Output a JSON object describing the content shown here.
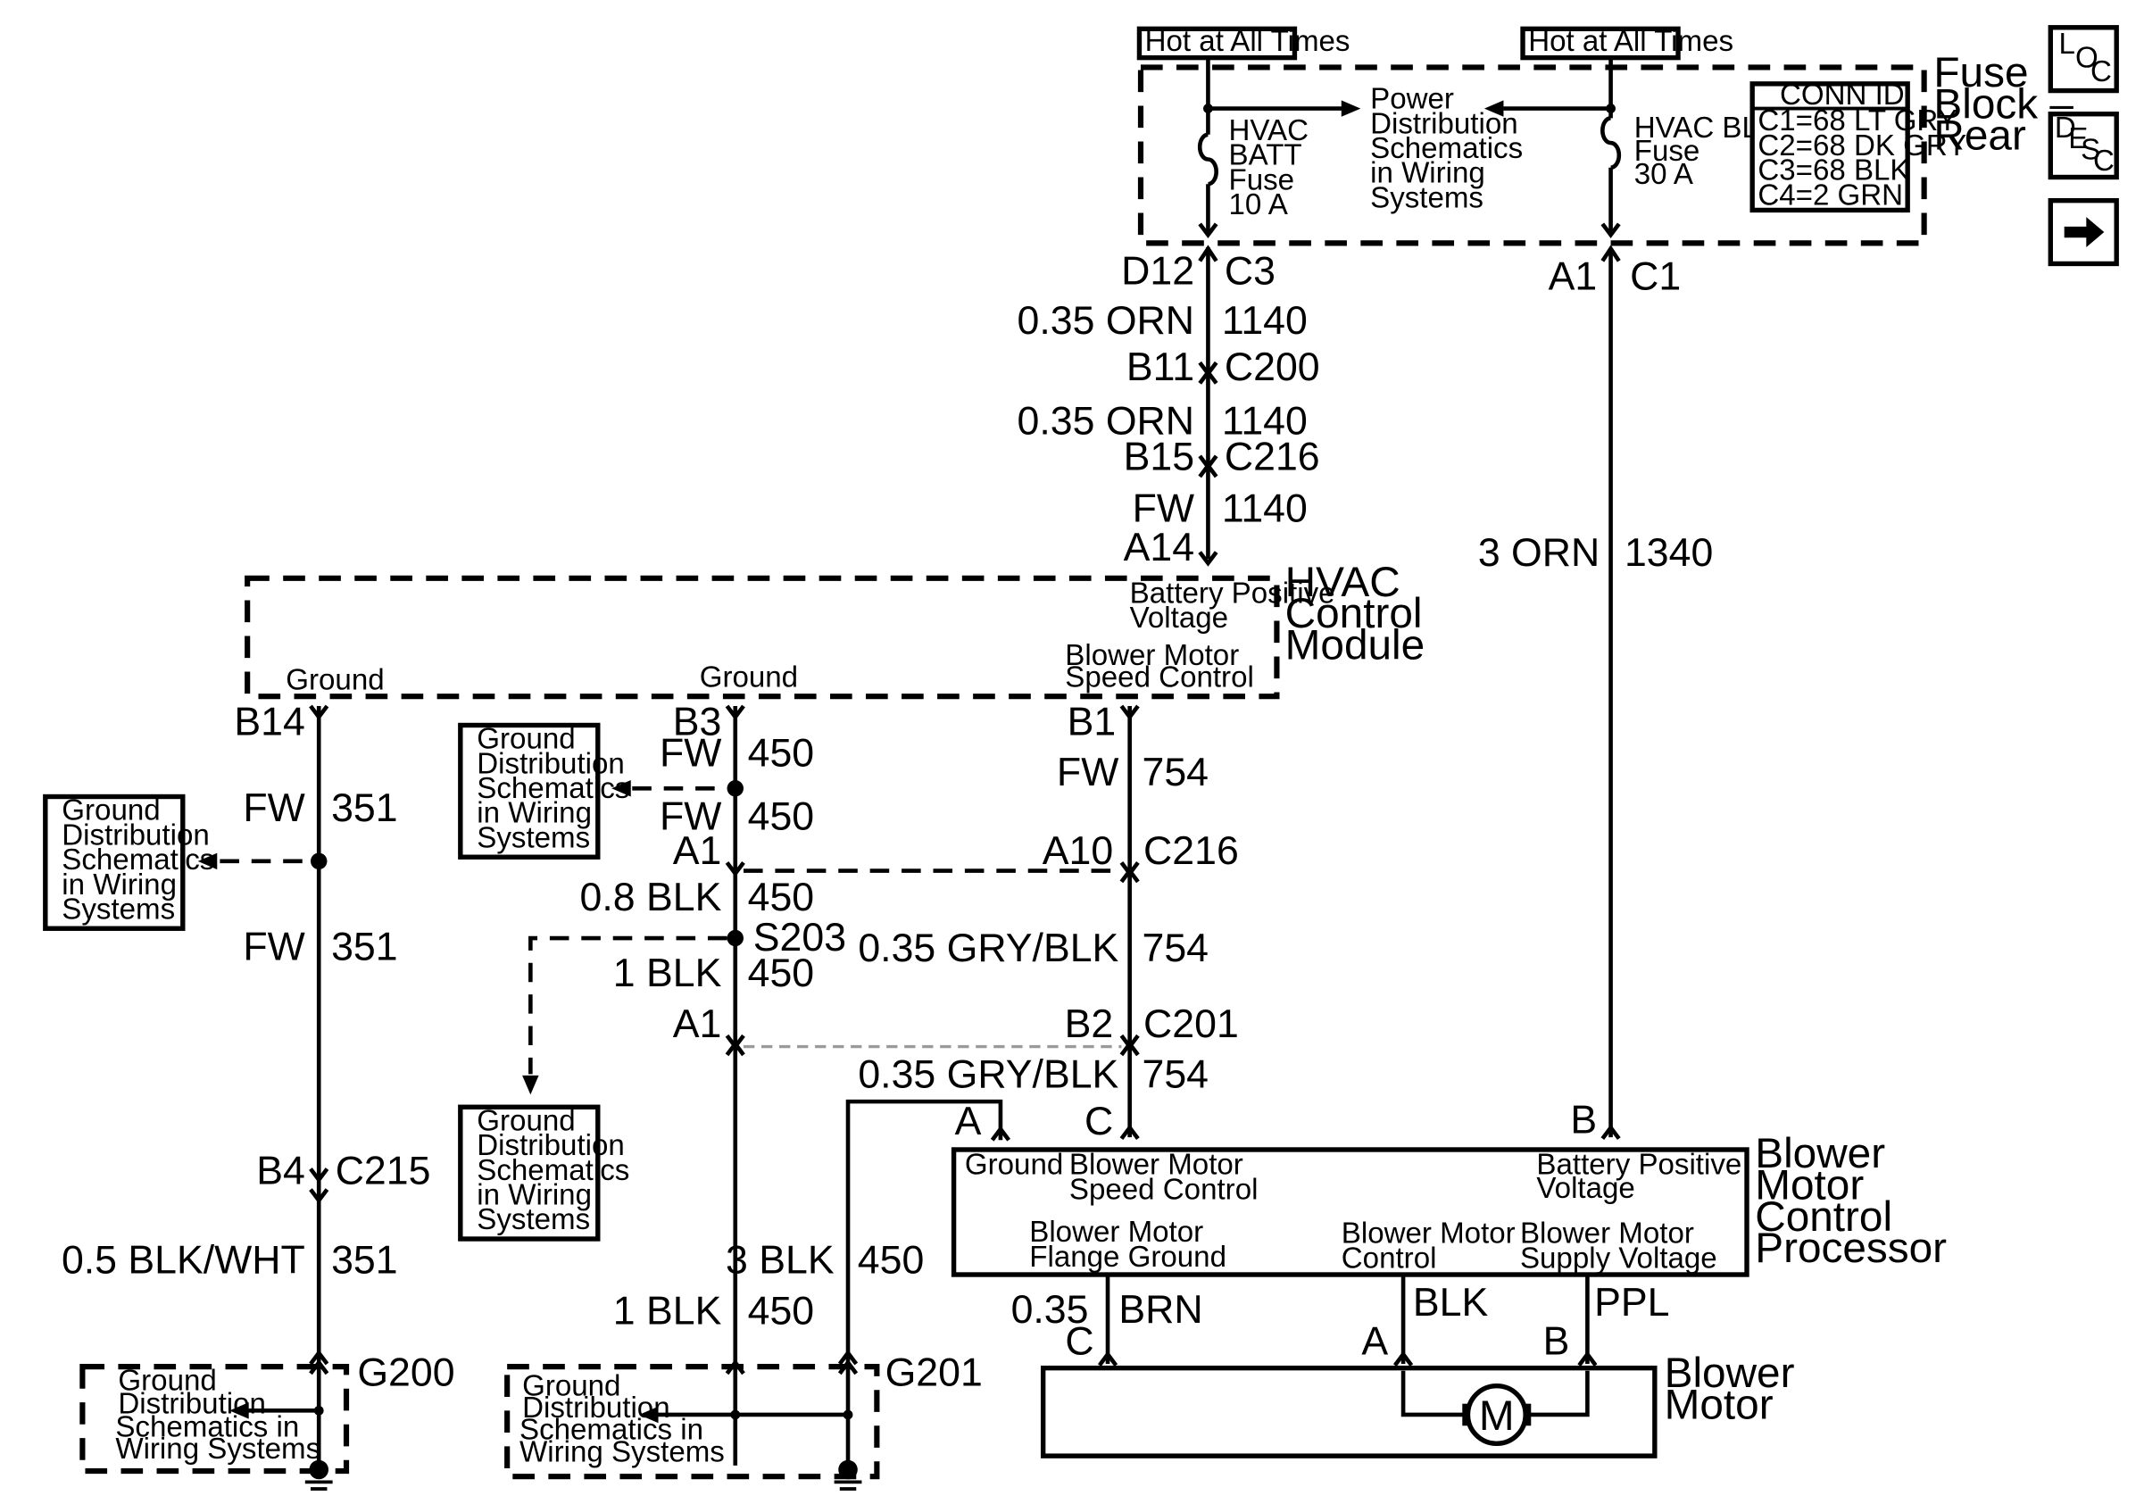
{
  "fuse_block": {
    "hot1": "Hot at All Times",
    "hot2": "Hot at All Times",
    "title": [
      "Fuse",
      "Block –",
      "Rear"
    ],
    "fuse_batt": [
      "HVAC",
      "BATT",
      "Fuse",
      "10 A"
    ],
    "fuse_blo": [
      "HVAC BLO",
      "Fuse",
      "30 A"
    ],
    "power_dist": [
      "Power",
      "Distribution",
      "Schematics",
      "in Wiring",
      "Systems"
    ],
    "conn_id_title": "CONN ID",
    "conn_id": [
      "C1=68 LT GRY",
      "C2=68 DK GRY",
      "C3=68 BLK",
      "C4=2 GRN"
    ]
  },
  "side_buttons": {
    "loc": [
      "L",
      "O",
      "C"
    ],
    "desc": [
      "D",
      "E",
      "S",
      "C"
    ],
    "arrow": "arrow-right-icon"
  },
  "circuit_1140": {
    "pin_d12": "D12",
    "conn_c3": "C3",
    "w1_gauge": "0.35 ORN",
    "w1_num": "1140",
    "pin_b11": "B11",
    "conn_c200": "C200",
    "w2_gauge": "0.35 ORN",
    "w2_num": "1140",
    "pin_b15": "B15",
    "conn_c216": "C216",
    "w3_gauge": "FW",
    "w3_num": "1140",
    "pin_a14": "A14"
  },
  "circuit_1340": {
    "pin_a1": "A1",
    "conn_c1": "C1",
    "gauge": "3 ORN",
    "num": "1340",
    "pin_b": "B"
  },
  "hvac_module": {
    "title": [
      "HVAC",
      "Control",
      "Module"
    ],
    "bpv": [
      "Battery Positive",
      "Voltage"
    ],
    "bmsc": [
      "Blower Motor",
      "Speed Control"
    ],
    "ground1": "Ground",
    "ground2": "Ground"
  },
  "circuit_351": {
    "pin_b14": "B14",
    "w1_gauge": "FW",
    "w1_num": "351",
    "w2_gauge": "FW",
    "w2_num": "351",
    "pin_b4": "B4",
    "conn_c215": "C215",
    "w3_gauge": "0.5 BLK/WHT",
    "w3_num": "351",
    "ground_ref": [
      "Ground",
      "Distribution",
      "Schematics",
      "in Wiring",
      "Systems"
    ],
    "g200_label": [
      "Ground",
      "Distribution",
      "Schematics in",
      "Wiring Systems"
    ],
    "g200": "G200"
  },
  "circuit_450": {
    "pin_b3": "B3",
    "w1_gauge": "FW",
    "w1_num": "450",
    "w2_gauge": "FW",
    "w2_num": "450",
    "pin_a1": "A1",
    "w3_gauge": "0.8 BLK",
    "w3_num": "450",
    "splice": "S203",
    "w4_gauge": "1 BLK",
    "w4_num": "450",
    "pin_a1b": "A1",
    "w5_gauge": "1 BLK",
    "w5_num": "450",
    "w6_gauge": "3 BLK",
    "w6_num": "450",
    "ground_ref_top": [
      "Ground",
      "Distribution",
      "Schematics",
      "in Wiring",
      "Systems"
    ],
    "ground_ref_bottom": [
      "Ground",
      "Distribution",
      "Schematics",
      "in Wiring",
      "Systems"
    ],
    "g201_label": [
      "Ground",
      "Distribution",
      "Schematics in",
      "Wiring Systems"
    ],
    "g201": "G201"
  },
  "circuit_754": {
    "pin_b1": "B1",
    "w1_gauge": "FW",
    "w1_num": "754",
    "pin_a10": "A10",
    "conn_c216": "C216",
    "w2_gauge": "0.35 GRY/BLK",
    "w2_num": "754",
    "pin_b2": "B2",
    "conn_c201": "C201",
    "w3_gauge": "0.35 GRY/BLK",
    "w3_num": "754",
    "pin_c": "C"
  },
  "blower_processor": {
    "title": [
      "Blower",
      "Motor",
      "Control",
      "Processor"
    ],
    "pin_a": "A",
    "ground": "Ground",
    "bmsc": [
      "Blower Motor",
      "Speed Control"
    ],
    "bpv": [
      "Battery Positive",
      "Voltage"
    ],
    "flange": [
      "Blower Motor",
      "Flange Ground"
    ],
    "control": [
      "Blower Motor",
      "Control"
    ],
    "supply": [
      "Blower Motor",
      "Supply Voltage"
    ]
  },
  "motor_wires": {
    "brn_gauge": "0.35",
    "brn_color": "BRN",
    "pin_c": "C",
    "blk_color": "BLK",
    "pin_a": "A",
    "ppl_color": "PPL",
    "pin_b": "B"
  },
  "blower_motor": {
    "title": [
      "Blower",
      "Motor"
    ],
    "symbol": "M"
  }
}
